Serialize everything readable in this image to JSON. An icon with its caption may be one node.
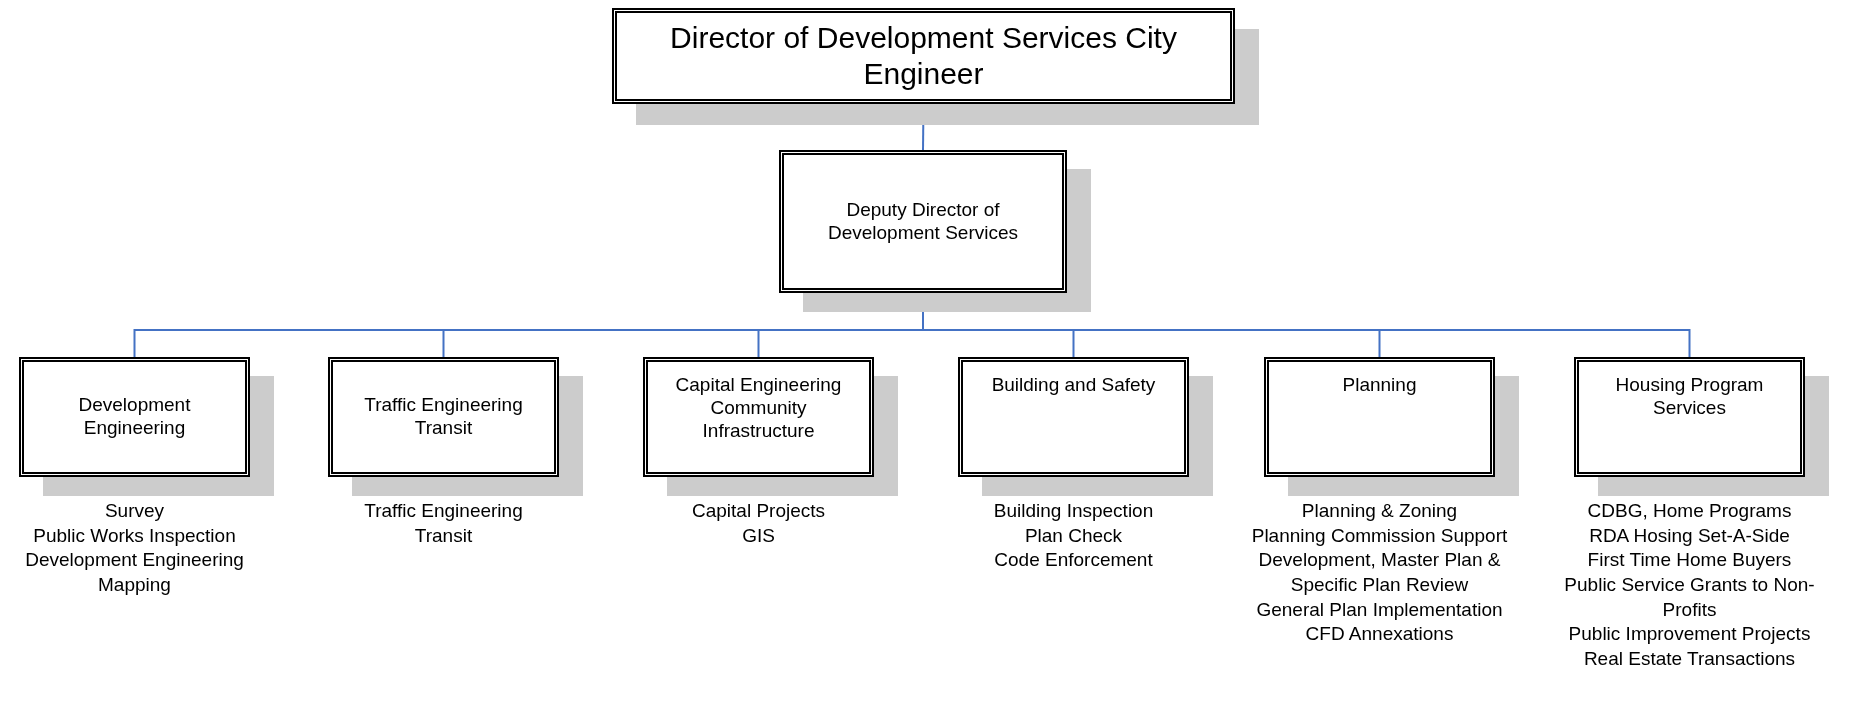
{
  "diagram": {
    "nodes": [
      {
        "text": [
          "Director of Development Services City Engineer"
        ]
      },
      {
        "text": [
          "Deputy Director of Development Services"
        ]
      },
      {
        "text": [
          "Development Engineering"
        ],
        "beside": [
          "Survey",
          "Public Works Inspection",
          "Development Engineering",
          "Mapping"
        ]
      },
      {
        "text": [
          "Traffic Engineering Transit"
        ],
        "beside": [
          "Traffic Engineering",
          "Transit"
        ]
      },
      {
        "text": [
          "Capital Engineering Community Infrastructure"
        ],
        "beside": [
          "Capital Projects",
          "GIS"
        ]
      },
      {
        "text": [
          "Building and Safety"
        ],
        "beside": [
          "Building Inspection",
          "Plan Check",
          "Code Enforcement"
        ]
      },
      {
        "text": [
          "Planning"
        ],
        "beside": [
          "Planning & Zoning",
          "Planning Commission Support",
          "Development, Master Plan & Specific Plan Review",
          "General Plan Implementation",
          "CFD Annexations"
        ]
      },
      {
        "text": [
          "Housing Program Services"
        ],
        "beside": [
          "CDBG, Home Programs",
          "RDA Hosing Set-A-Side",
          "First Time Home Buyers",
          "Public Service Grants to Non-Profits",
          "Public Improvement Projects",
          "Real Estate Transactions"
        ]
      }
    ],
    "edges": [
      {
        "from": 0,
        "to": 1,
        "arrow": "none"
      },
      {
        "from": 1,
        "to": 2,
        "arrow": "none"
      },
      {
        "from": 1,
        "to": 3,
        "arrow": "none"
      },
      {
        "from": 1,
        "to": 4,
        "arrow": "none"
      },
      {
        "from": 1,
        "to": 5,
        "arrow": "none"
      },
      {
        "from": 1,
        "to": 6,
        "arrow": "none"
      },
      {
        "from": 1,
        "to": 7,
        "arrow": "none"
      }
    ]
  }
}
